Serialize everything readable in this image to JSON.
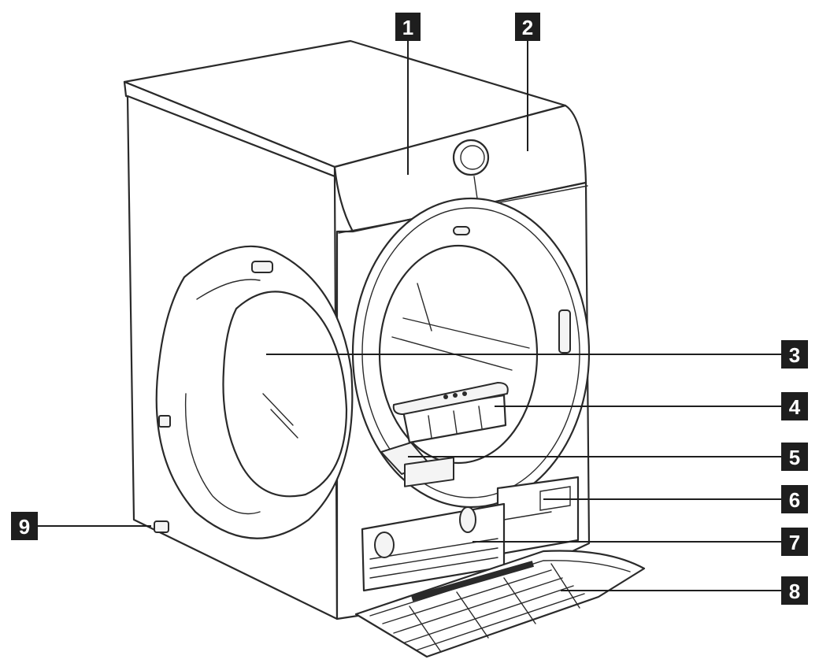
{
  "diagram": {
    "callouts": [
      {
        "id": "1",
        "label": "1"
      },
      {
        "id": "2",
        "label": "2"
      },
      {
        "id": "3",
        "label": "3"
      },
      {
        "id": "4",
        "label": "4"
      },
      {
        "id": "5",
        "label": "5"
      },
      {
        "id": "6",
        "label": "6"
      },
      {
        "id": "7",
        "label": "7"
      },
      {
        "id": "8",
        "label": "8"
      },
      {
        "id": "9",
        "label": "9"
      }
    ],
    "colors": {
      "ink": "#2a2a2a",
      "callout_bg": "#1e1e1e",
      "callout_text": "#ffffff",
      "background": "#ffffff"
    }
  }
}
